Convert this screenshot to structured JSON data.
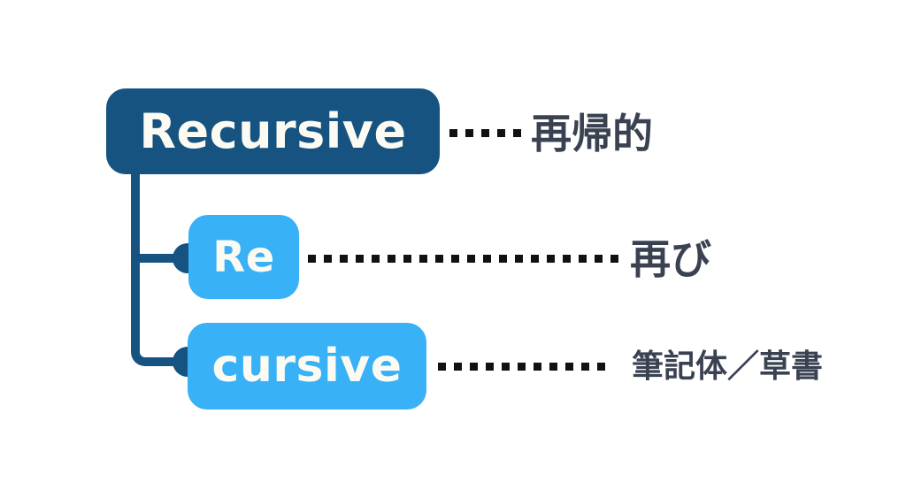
{
  "page": {
    "background": "#ffffff"
  },
  "palette": {
    "primary_dark_blue": "#165380",
    "primary_light_blue": "#38b1f6",
    "box_text_color": "#fcfbf3",
    "meaning_text_color": "#3a4252",
    "leader_dot_color": "#111111"
  },
  "diagram": {
    "root": {
      "label": "Recursive",
      "meaning": "再帰的"
    },
    "parts": [
      {
        "label": "Re",
        "meaning": "再び"
      },
      {
        "label": "cursive",
        "meaning": "筆記体／草書"
      }
    ]
  }
}
